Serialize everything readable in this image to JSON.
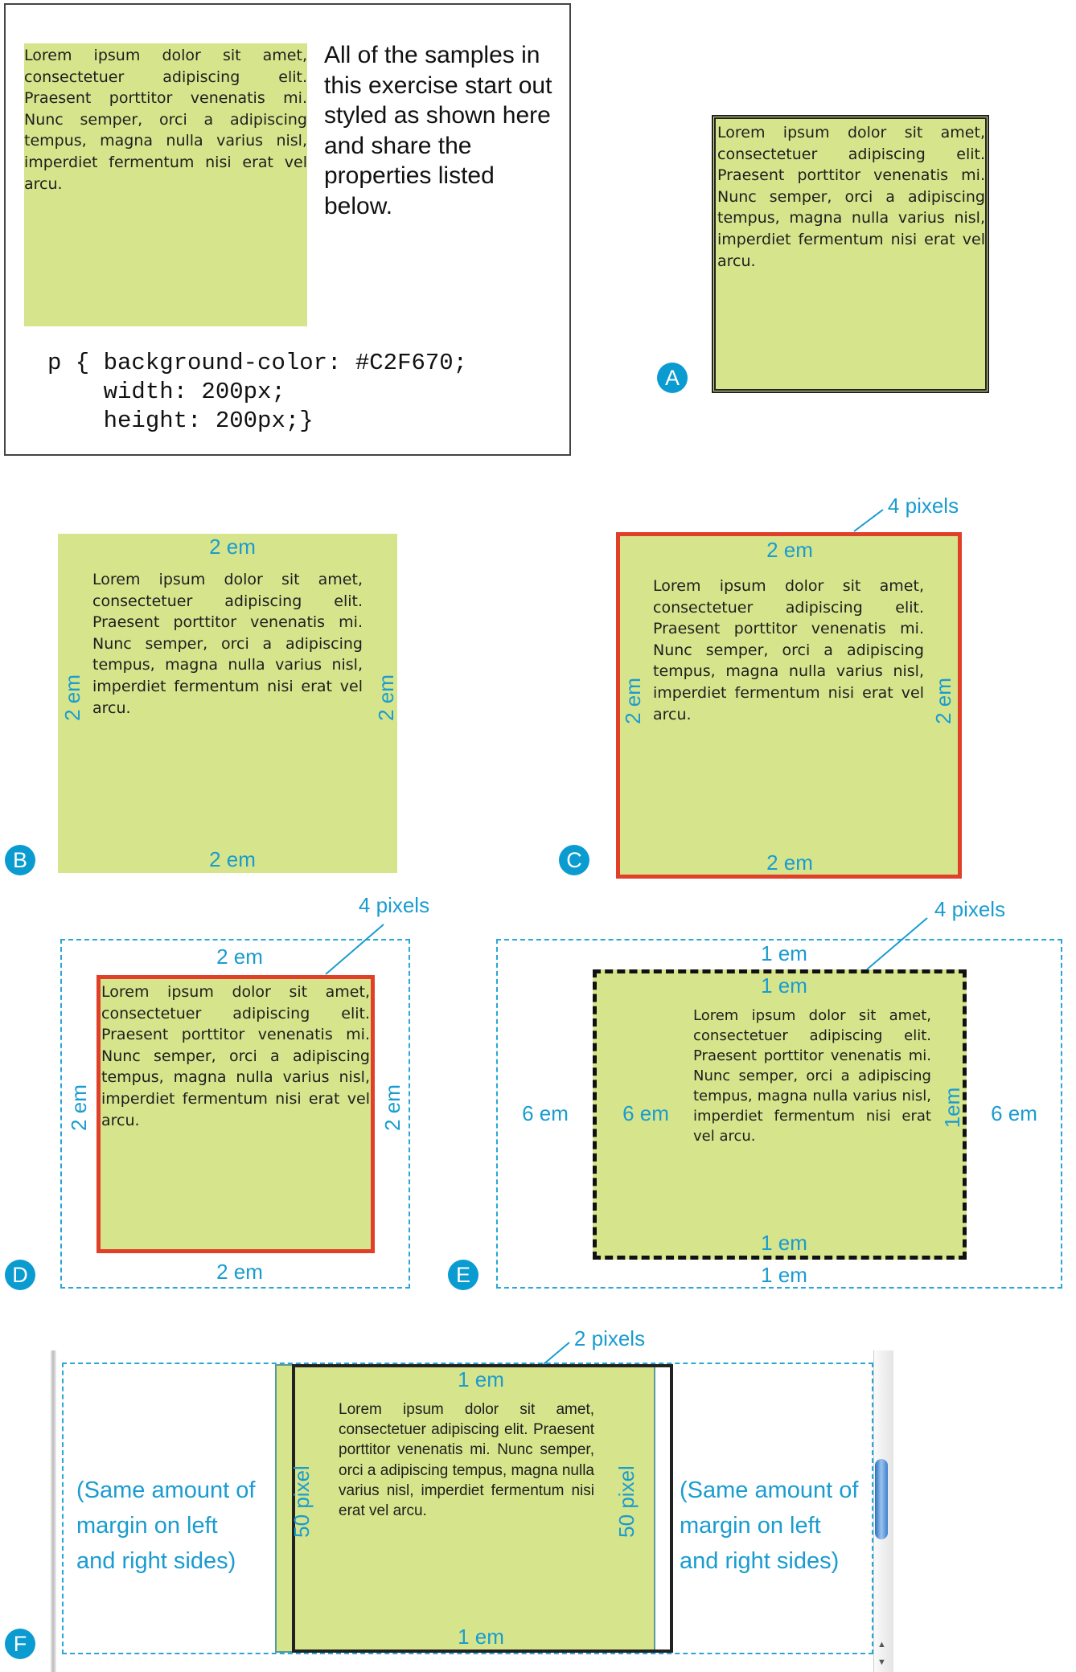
{
  "lorem": "Lorem ipsum dolor sit amet, consectetuer adipiscing elit. Praesent porttitor venenatis mi. Nunc semper, orci a adipiscing tempus, magna nulla varius nisl, imperdiet fermentum nisi erat vel arcu.",
  "intro": {
    "text": "All of the samples in this exercise start out styled as shown here and share the properties listed below.",
    "code": [
      "p { background-color: #C2F670;",
      "    width: 200px;",
      "    height: 200px;}"
    ]
  },
  "markers": {
    "a": "A",
    "b": "B",
    "c": "C",
    "d": "D",
    "e": "E",
    "f": "F"
  },
  "b": {
    "top": "2 em",
    "bottom": "2 em",
    "left": "2 em",
    "right": "2 em"
  },
  "c": {
    "border": "4 pixels",
    "top": "2 em",
    "bottom": "2 em",
    "left": "2 em",
    "right": "2 em"
  },
  "d": {
    "border": "4 pixels",
    "top": "2 em",
    "bottom": "2 em",
    "left": "2 em",
    "right": "2 em"
  },
  "e": {
    "border": "4 pixels",
    "margin_top": "1 em",
    "padding_top": "1 em",
    "margin_left": "6 em",
    "padding_left": "6 em",
    "padding_right": "1em",
    "margin_right": "6 em",
    "padding_bottom": "1 em",
    "margin_bottom": "1 em"
  },
  "f": {
    "border": "2 pixels",
    "top": "1 em",
    "bottom": "1 em",
    "left": "50 pixel",
    "right": "50 pixel",
    "side_note_left": "(Same amount of margin on left and right sides)",
    "side_note_right": "(Same amount of margin on left and right sides)"
  },
  "colors": {
    "fill": "#d6e48c",
    "accent": "#1a9cd0",
    "red": "#e0402a"
  }
}
